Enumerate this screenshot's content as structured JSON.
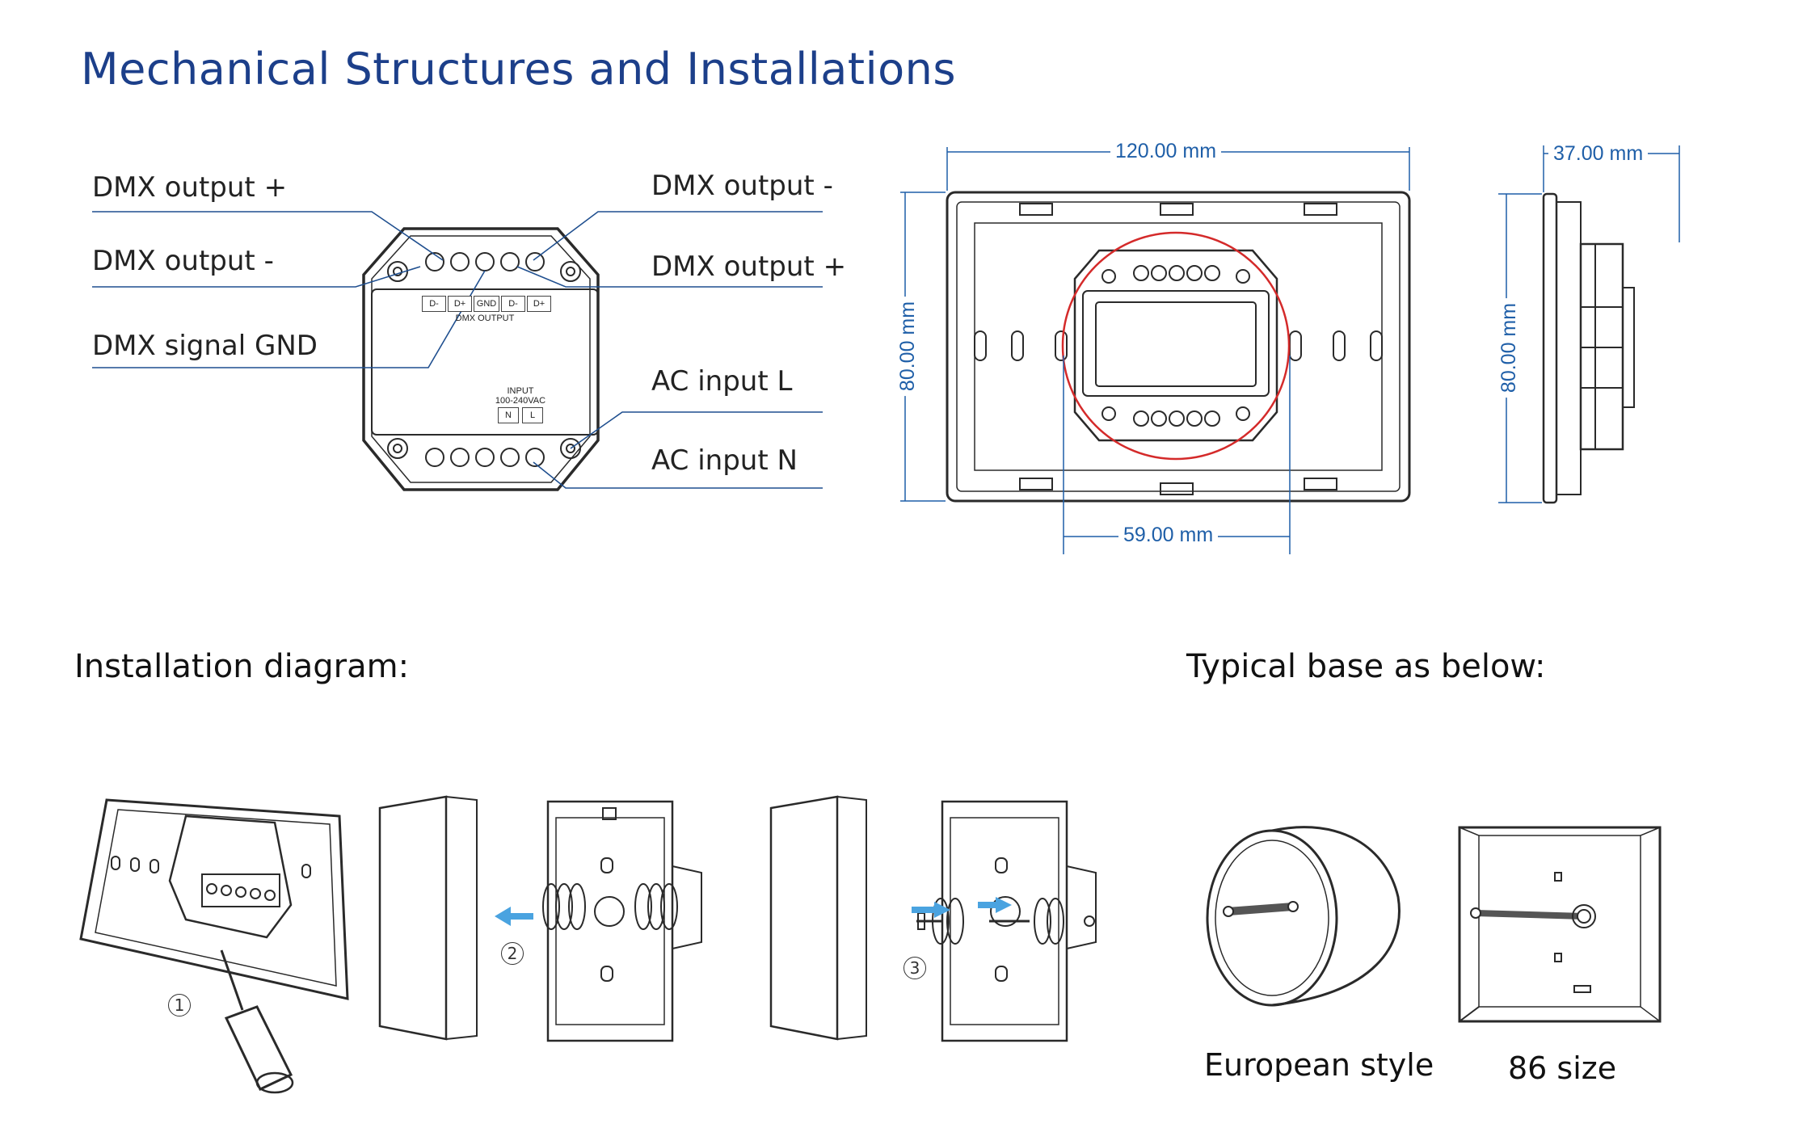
{
  "title": "Mechanical Structures and Installations",
  "wiring": {
    "labels": {
      "dmx_out_plus_left": "DMX output +",
      "dmx_out_minus_left": "DMX output -",
      "dmx_signal_gnd": "DMX signal GND",
      "dmx_out_minus_right": "DMX output -",
      "dmx_out_plus_right": "DMX output +",
      "ac_input_l": "AC input  L",
      "ac_input_n": "AC input N"
    },
    "terminals": [
      "D-",
      "D+",
      "GND",
      "D-",
      "D+"
    ],
    "dmx_output_caption": "DMX OUTPUT",
    "input_caption": "INPUT",
    "input_voltage": "100-240VAC",
    "input_terminals": [
      "N",
      "L"
    ]
  },
  "dimensions": {
    "width": "120.00 mm",
    "height_front": "80.00 mm",
    "inner": "59.00 mm",
    "depth": "37.00 mm",
    "height_side": "80.00 mm"
  },
  "sections": {
    "installation": "Installation diagram:",
    "typical_base": "Typical base as below:"
  },
  "steps": [
    "1",
    "2",
    "3"
  ],
  "bases": {
    "european": "European style",
    "size86": "86 size"
  },
  "colors": {
    "title": "#1c3f8a",
    "dimension": "#1f5fa8",
    "highlight_circle": "#d42a2a",
    "arrow": "#4aa3e0"
  }
}
